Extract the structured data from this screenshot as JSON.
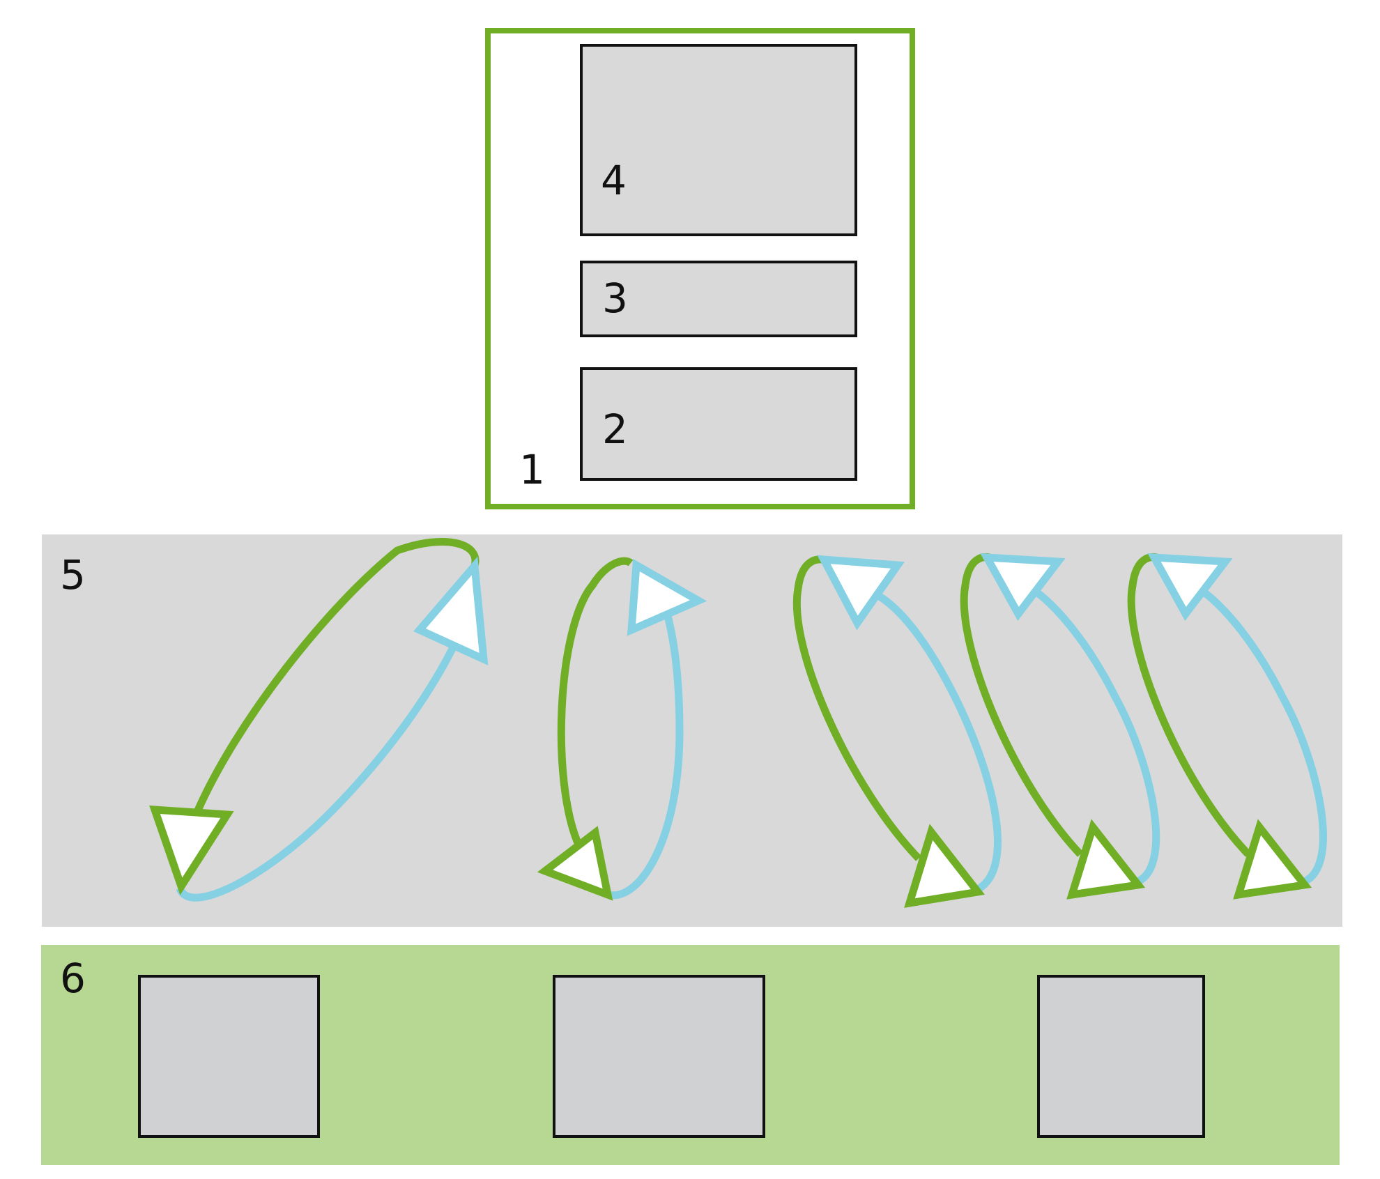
{
  "colors": {
    "green": "#70ae26",
    "blue": "#85d0e3",
    "box_fill": "#d9d9d9",
    "band5_fill": "#d9d9d9",
    "band6_fill": "#b7d893",
    "band6_box_fill": "#cfd1d2",
    "outline": "#111111",
    "background": "#ffffff"
  },
  "labels": {
    "outer_frame": "1",
    "box_2": "2",
    "box_3": "3",
    "box_4": "4",
    "band_5": "5",
    "band_6": "6"
  },
  "arrow_loops": [
    {
      "name": "loop-1"
    },
    {
      "name": "loop-2"
    },
    {
      "name": "loop-3"
    },
    {
      "name": "loop-4"
    },
    {
      "name": "loop-5"
    }
  ],
  "band6_boxes": [
    {
      "name": "band6-box-1"
    },
    {
      "name": "band6-box-2"
    },
    {
      "name": "band6-box-3"
    }
  ]
}
